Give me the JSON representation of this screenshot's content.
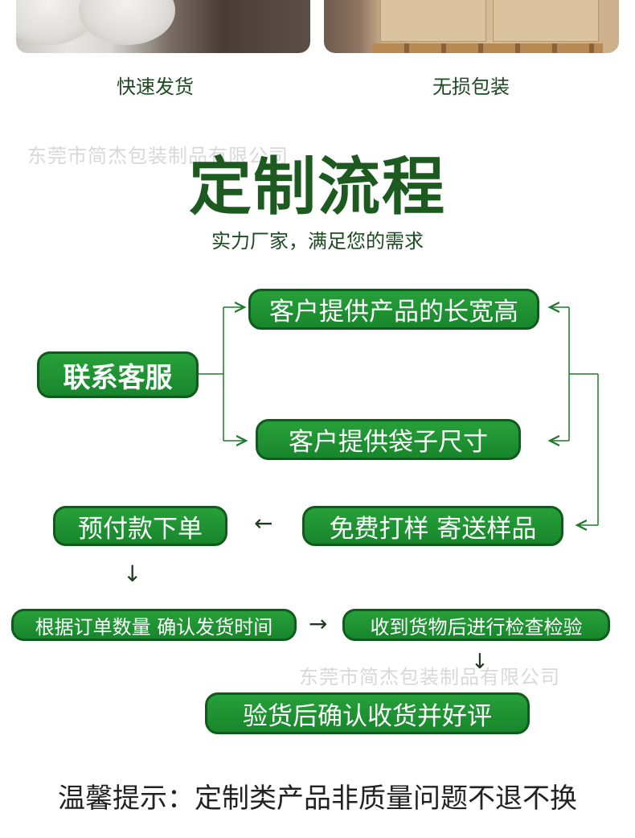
{
  "captions": {
    "fast_shipping": "快速发货",
    "no_damage": "无损包装"
  },
  "watermark": "东莞市简杰包装制品有限公司",
  "title": "定制流程",
  "subtitle": "实力厂家，满足您的需求",
  "steps": {
    "contact": "联系客服",
    "dimensions": "客户提供产品的长宽高",
    "bag_size": "客户提供袋子尺寸",
    "free_sample": "免费打样 寄送样品",
    "prepay": "预付款下单",
    "confirm_ship": "根据订单数量 确认发货时间",
    "inspect": "收到货物后进行检查检验",
    "review": "验货后确认收货并好评"
  },
  "tip": "温馨提示：定制类产品非质量问题不退不换",
  "colors": {
    "green": "#1d8f30",
    "dark_green": "#1d5a20",
    "border": "#0f5a1c"
  }
}
